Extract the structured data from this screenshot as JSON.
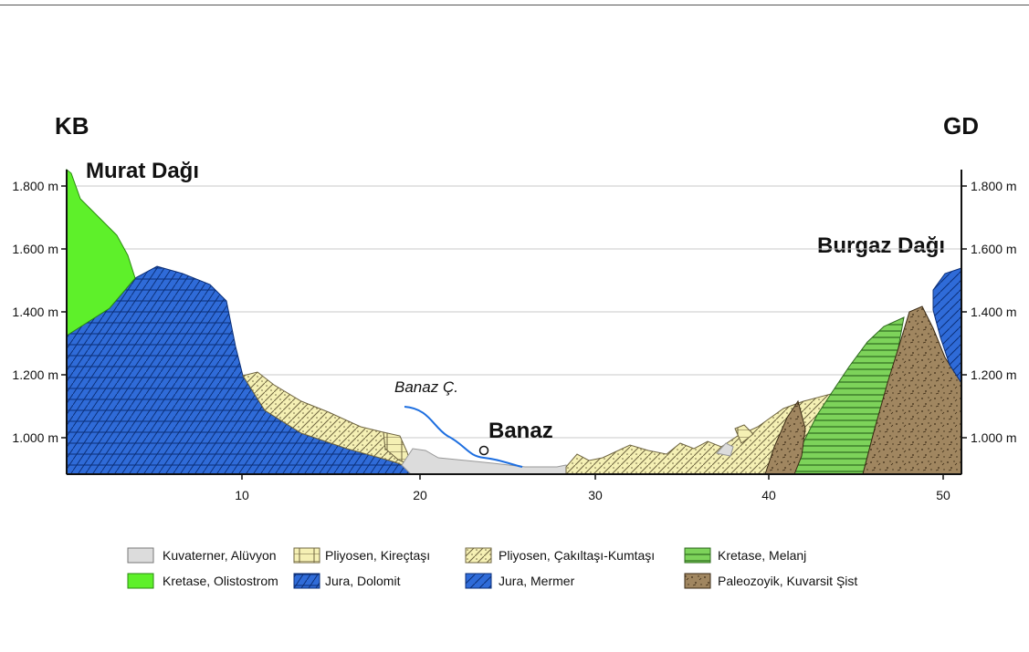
{
  "header": {
    "left_direction": "KB",
    "right_direction": "GD"
  },
  "peaks": {
    "left": "Murat Dağı",
    "right": "Burgaz Dağı"
  },
  "town": "Banaz",
  "river": "Banaz Ç.",
  "y_ticks_left": [
    "1.800 m",
    "1.600 m",
    "1.400 m",
    "1.200 m",
    "1.000 m"
  ],
  "y_ticks_right": [
    "1.800 m",
    "1.600 m",
    "1.400 m",
    "1.200 m",
    "1.000 m"
  ],
  "x_ticks": [
    "10",
    "20",
    "30",
    "40",
    "50"
  ],
  "legend": [
    {
      "label": "Kuvaterner, Alüvyon",
      "pattern": "alluvium",
      "color": "#dcdcdc"
    },
    {
      "label": "Pliyosen, Kireçtaşı",
      "pattern": "limestone",
      "color": "#f5f0b4"
    },
    {
      "label": "Pliyosen, Çakıltaşı-Kumtaşı",
      "pattern": "conglomerate",
      "color": "#f5f0b4"
    },
    {
      "label": "Kretase, Melanj",
      "pattern": "melange",
      "color": "#7dd35a"
    },
    {
      "label": "Kretase, Olistostrom",
      "pattern": "olistostrome",
      "color": "#5ef02a"
    },
    {
      "label": "Jura, Dolomit",
      "pattern": "dolomite",
      "color": "#2f6bd8"
    },
    {
      "label": "Jura, Mermer",
      "pattern": "marble",
      "color": "#2f6bd8"
    },
    {
      "label": "Paleozoyik, Kuvarsit Şist",
      "pattern": "schist",
      "color": "#a08660"
    }
  ]
}
